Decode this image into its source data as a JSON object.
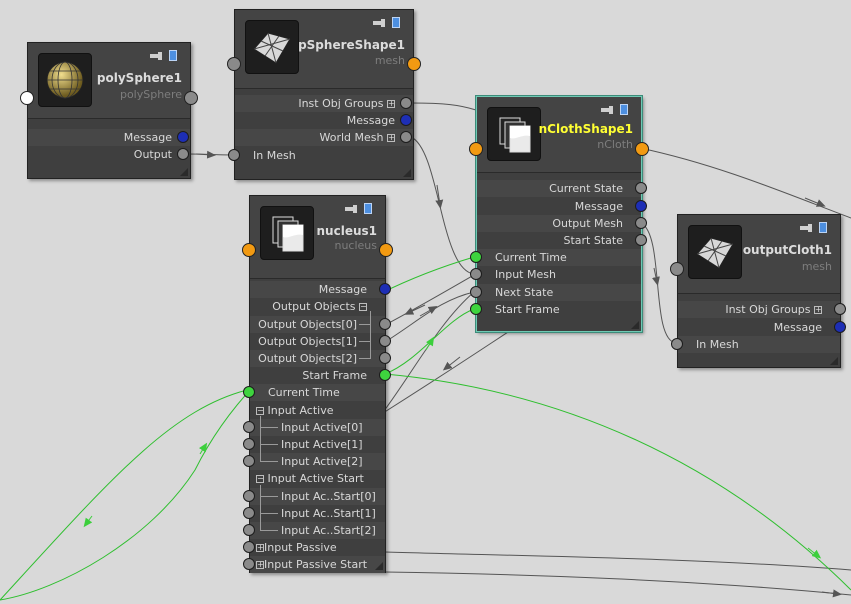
{
  "colors": {
    "background": "#d9d9d9",
    "node_body": "#3f3f3f",
    "selected_title": "#ffff33",
    "port_gray": "#8a8a8a",
    "port_blue": "#1d2eb5",
    "port_green": "#3ed43e",
    "port_orange": "#f29a12",
    "wire_green": "#2fbf2f",
    "wire_dark": "#3a3a3a"
  },
  "nodes": {
    "polySphere1": {
      "title": "polySphere1",
      "subtitle": "polySphere",
      "icon": "sphere-icon",
      "attrs": {
        "message": "Message",
        "output": "Output"
      }
    },
    "pSphereShape1": {
      "title": "pSphereShape1",
      "subtitle": "mesh",
      "icon": "mesh-icon",
      "attrs": {
        "inst_obj_groups": "Inst Obj Groups",
        "message": "Message",
        "world_mesh": "World Mesh",
        "in_mesh": "In Mesh"
      }
    },
    "nClothShape1": {
      "title": "nClothShape1",
      "subtitle": "nCloth",
      "icon": "ncloth-icon",
      "attrs": {
        "current_state": "Current State",
        "message": "Message",
        "output_mesh": "Output Mesh",
        "start_state": "Start State",
        "current_time": "Current Time",
        "input_mesh": "Input Mesh",
        "next_state": "Next State",
        "start_frame": "Start Frame"
      }
    },
    "outputCloth1": {
      "title": "outputCloth1",
      "subtitle": "mesh",
      "icon": "mesh-icon",
      "attrs": {
        "inst_obj_groups": "Inst Obj Groups",
        "message": "Message",
        "in_mesh": "In Mesh"
      }
    },
    "nucleus1": {
      "title": "nucleus1",
      "subtitle": "nucleus",
      "icon": "nucleus-icon",
      "attrs": {
        "message": "Message",
        "output_objects": "Output Objects",
        "output_objects_0": "Output Objects[0]",
        "output_objects_1": "Output Objects[1]",
        "output_objects_2": "Output Objects[2]",
        "start_frame": "Start Frame",
        "current_time": "Current Time",
        "input_active": "Input Active",
        "input_active_0": "Input Active[0]",
        "input_active_1": "Input Active[1]",
        "input_active_2": "Input Active[2]",
        "input_active_start": "Input Active Start",
        "input_ac_start_0": "Input Ac..Start[0]",
        "input_ac_start_1": "Input Ac..Start[1]",
        "input_ac_start_2": "Input Ac..Start[2]",
        "input_passive": "Input Passive",
        "input_passive_start": "Input Passive Start"
      }
    }
  }
}
